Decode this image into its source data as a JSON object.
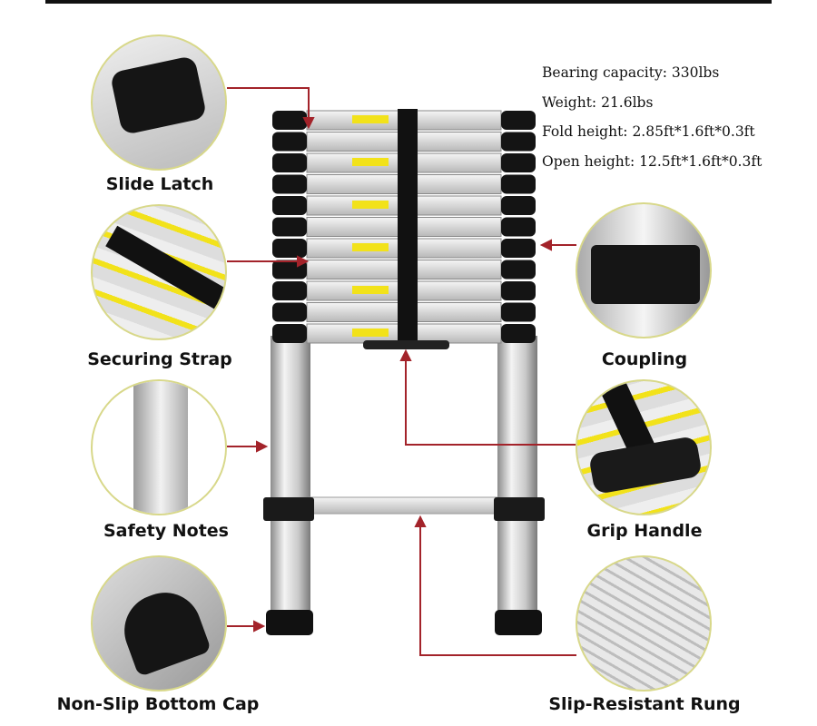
{
  "specs": [
    "Bearing capacity: 330lbs",
    "Weight: 21.6lbs",
    "Fold height: 2.85ft*1.6ft*0.3ft",
    "Open height: 12.5ft*1.6ft*0.3ft"
  ],
  "features": {
    "slide_latch": "Slide Latch",
    "securing_strap": "Securing Strap",
    "safety_notes": "Safety Notes",
    "non_slip_bottom_cap": "Non-Slip Bottom Cap",
    "coupling": "Coupling",
    "grip_handle": "Grip Handle",
    "slip_resistant_rung": "Slip-Resistant Rung"
  },
  "colors": {
    "arrow": "#a3232a",
    "circle_border": "#d8d88a",
    "label_yellow": "#f2e21a"
  }
}
